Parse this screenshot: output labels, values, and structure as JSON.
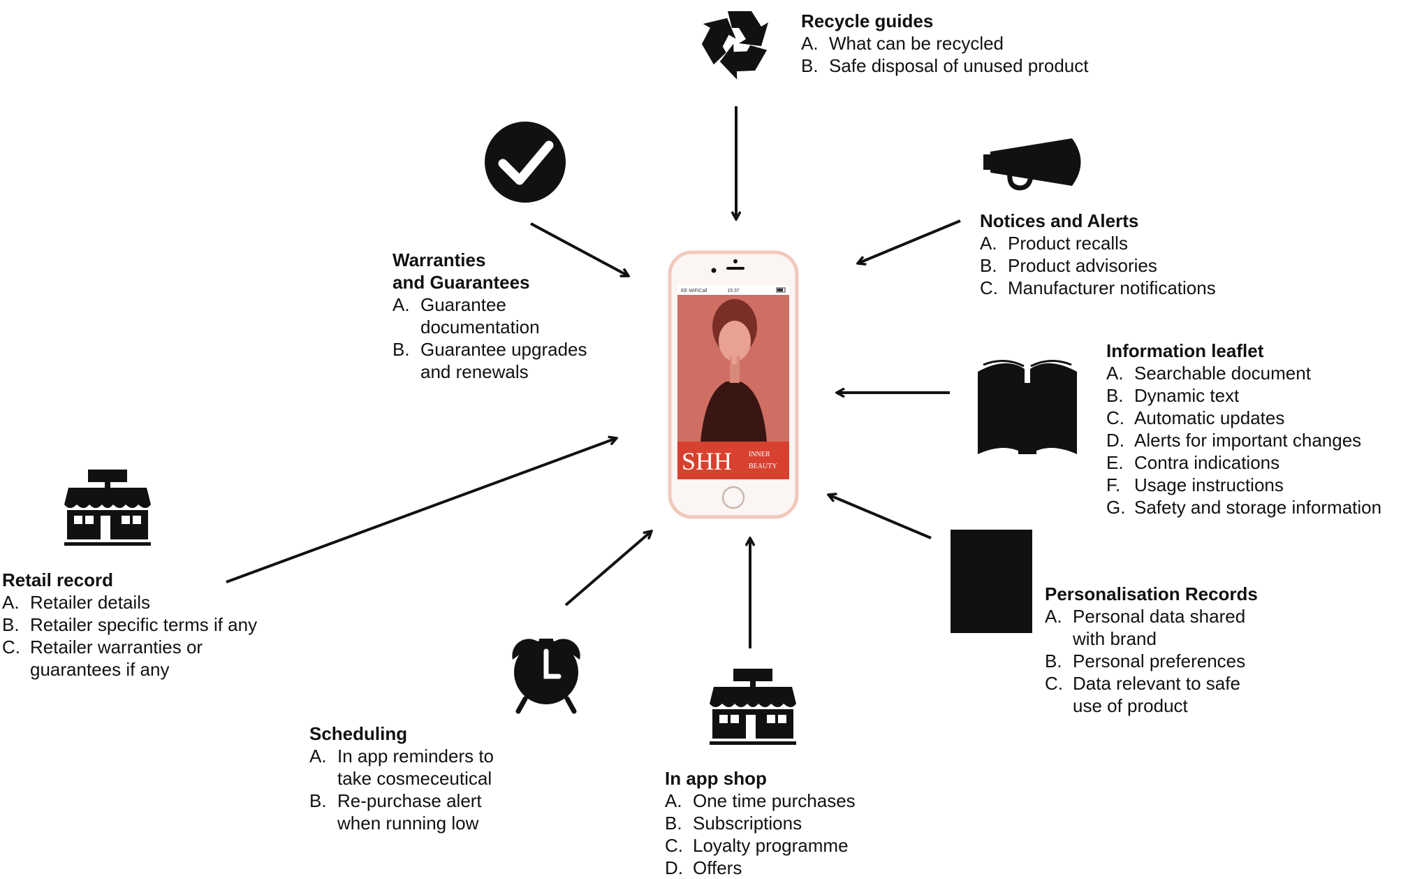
{
  "app": {
    "brand_mark": "SHH",
    "brand_line1": "INNER",
    "brand_line2": "BEAUTY",
    "status_carrier": "EE WiFiCall",
    "status_time": "15:37"
  },
  "colors": {
    "ink": "#111111",
    "phone_frame": "#f2cbbf",
    "screen_photo": "#cf6f64",
    "brand_banner": "#d8412f"
  },
  "icons": {
    "recycle": "recycle-icon",
    "checkmark": "checkmark-circle-icon",
    "megaphone": "megaphone-icon",
    "book": "open-book-icon",
    "shop": "storefront-icon",
    "clock": "alarm-clock-icon",
    "square": "black-square-icon"
  },
  "blocks": {
    "recycle": {
      "title": "Recycle guides",
      "items": [
        {
          "letter": "A.",
          "text": "What can be recycled"
        },
        {
          "letter": "B.",
          "text": "Safe disposal of unused product"
        }
      ]
    },
    "warranties": {
      "title_line1": "Warranties",
      "title_line2": "and Guarantees",
      "items": [
        {
          "letter": "A.",
          "text": "Guarantee documentation"
        },
        {
          "letter": "B.",
          "text": "Guarantee upgrades and renewals"
        }
      ]
    },
    "notices": {
      "title": "Notices and Alerts",
      "items": [
        {
          "letter": "A.",
          "text": "Product recalls"
        },
        {
          "letter": "B.",
          "text": "Product advisories"
        },
        {
          "letter": "C.",
          "text": "Manufacturer notifications"
        }
      ]
    },
    "leaflet": {
      "title": "Information leaflet",
      "items": [
        {
          "letter": "A.",
          "text": "Searchable document"
        },
        {
          "letter": "B.",
          "text": "Dynamic text"
        },
        {
          "letter": "C.",
          "text": "Automatic updates"
        },
        {
          "letter": "D.",
          "text": "Alerts for important changes"
        },
        {
          "letter": "E.",
          "text": "Contra indications"
        },
        {
          "letter": "F.",
          "text": "Usage instructions"
        },
        {
          "letter": "G.",
          "text": "Safety and storage information"
        }
      ]
    },
    "personalisation": {
      "title": "Personalisation Records",
      "items": [
        {
          "letter": "A.",
          "text": "Personal data shared with brand"
        },
        {
          "letter": "B.",
          "text": "Personal preferences"
        },
        {
          "letter": "C.",
          "text": "Data relevant to safe use of product"
        }
      ]
    },
    "shop": {
      "title": "In app shop",
      "items": [
        {
          "letter": "A.",
          "text": "One time purchases"
        },
        {
          "letter": "B.",
          "text": "Subscriptions"
        },
        {
          "letter": "C.",
          "text": "Loyalty programme"
        },
        {
          "letter": "D.",
          "text": "Offers"
        }
      ]
    },
    "scheduling": {
      "title": "Scheduling",
      "items": [
        {
          "letter": "A.",
          "text": "In app reminders to take cosmeceutical"
        },
        {
          "letter": "B.",
          "text": "Re-purchase alert when running low"
        }
      ]
    },
    "retail": {
      "title": "Retail record",
      "items": [
        {
          "letter": "A.",
          "text": "Retailer details"
        },
        {
          "letter": "B.",
          "text": "Retailer specific terms if any"
        },
        {
          "letter": "C.",
          "text": "Retailer warranties or guarantees if any"
        }
      ]
    }
  }
}
